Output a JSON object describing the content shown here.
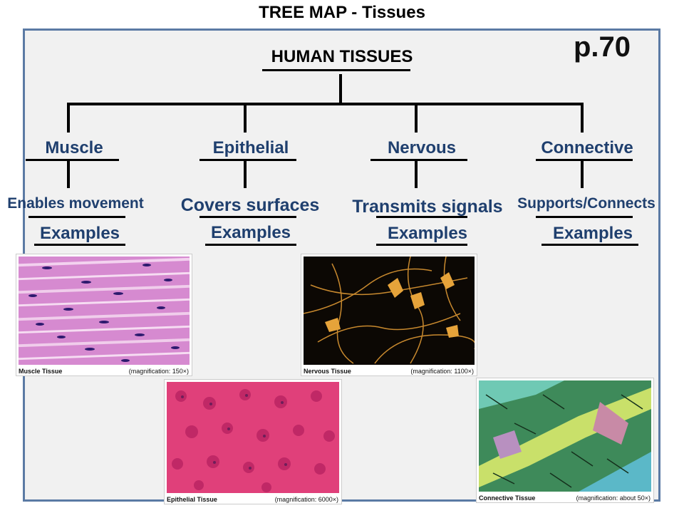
{
  "header": {
    "title": "TREE MAP - Tissues",
    "page": "p.70"
  },
  "root": {
    "label": "HUMAN TISSUES"
  },
  "categories": [
    {
      "name": "Muscle",
      "description": "Enables movement",
      "examples": "Examples"
    },
    {
      "name": "Epithelial",
      "description": "Covers surfaces",
      "examples": "Examples"
    },
    {
      "name": "Nervous",
      "description": "Transmits signals",
      "examples": "Examples"
    },
    {
      "name": "Connective",
      "description": "Supports/Connects",
      "examples": "Examples"
    }
  ],
  "images": {
    "muscle": {
      "caption": "Muscle Tissue",
      "magnification": "(magnification: 150×)"
    },
    "nervous": {
      "caption": "Nervous Tissue",
      "magnification": "(magnification: 1100×)"
    },
    "epithelial": {
      "caption": "Epithelial Tissue",
      "magnification": "(magnification: 6000×)"
    },
    "connective": {
      "caption": "Connective Tissue",
      "magnification": "(magnification: about 50×)"
    }
  },
  "colors": {
    "frame_border": "#5b7aa4",
    "category_text": "#1f3f6e",
    "frame_bg": "#f1f1f1"
  }
}
